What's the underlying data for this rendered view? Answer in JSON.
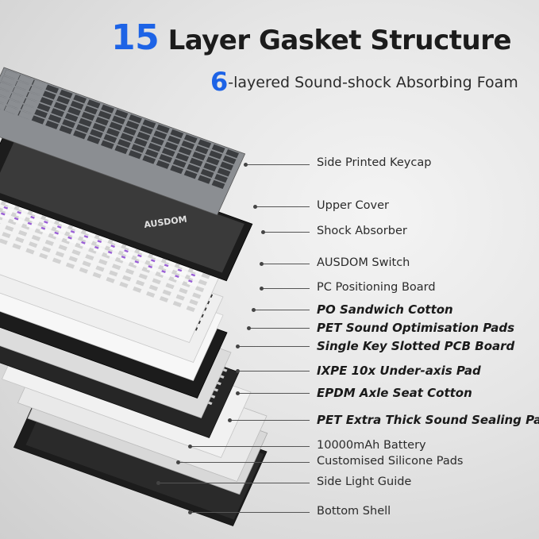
{
  "heading": {
    "number": "15",
    "text": " Layer Gasket Structure",
    "accent_color": "#1d63e6"
  },
  "subheading": {
    "number": "6",
    "text": "-layered Sound-shock Absorbing Foam"
  },
  "brand_mark": "AUSDOM",
  "layers": [
    {
      "label": "Side Printed Keycap",
      "emphasis": true
    },
    {
      "label": "Upper Cover",
      "emphasis": false
    },
    {
      "label": "Shock Absorber",
      "emphasis": false
    },
    {
      "label": "AUSDOM Switch",
      "emphasis": false
    },
    {
      "label": "PC Positioning Board",
      "emphasis": false
    },
    {
      "label": "PO Sandwich Cotton",
      "emphasis": true
    },
    {
      "label": "PET Sound Optimisation Pads",
      "emphasis": true
    },
    {
      "label": "Single Key Slotted PCB Board",
      "emphasis": true
    },
    {
      "label": "IXPE 10x Under-axis Pad",
      "emphasis": true
    },
    {
      "label": "EPDM Axle Seat Cotton",
      "emphasis": true
    },
    {
      "label": "PET Extra Thick Sound Sealing Pad",
      "emphasis": true
    },
    {
      "label": "10000mAh Battery",
      "emphasis": false
    },
    {
      "label": "Customised Silicone Pads",
      "emphasis": false
    },
    {
      "label": "Side Light Guide",
      "emphasis": false
    },
    {
      "label": "Bottom Shell",
      "emphasis": false
    }
  ],
  "colors": {
    "keycap_dark": "#3b3d40",
    "keycap_light": "#8b8e92",
    "switch_purple": "#9a5fd6",
    "plate_white": "#f3f3f3",
    "pcb_black": "#1c1c1c"
  }
}
